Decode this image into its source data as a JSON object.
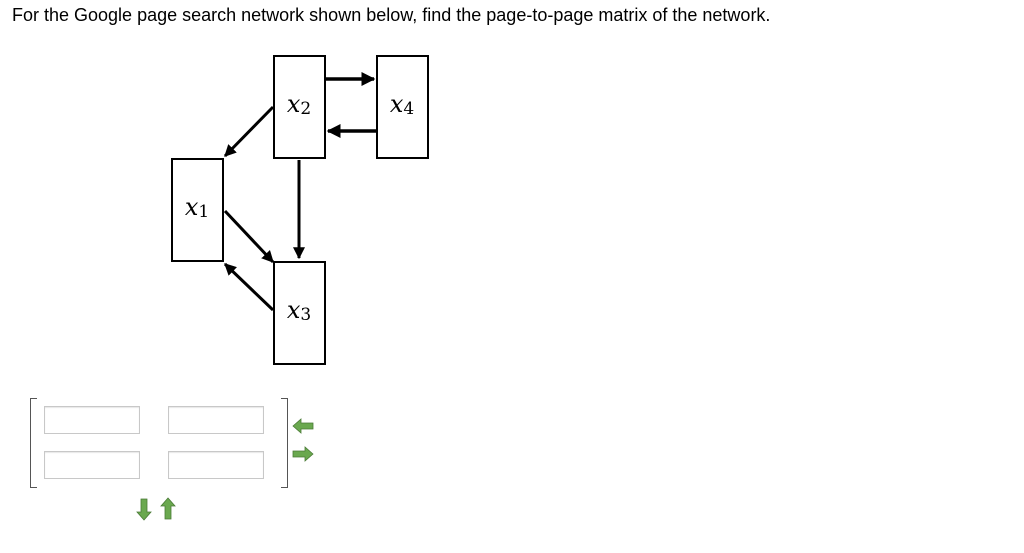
{
  "question": {
    "text": "For the Google page search network shown below, find the page-to-page matrix of the network."
  },
  "network": {
    "nodes": [
      {
        "id": "x1",
        "var": "x",
        "sub": "1"
      },
      {
        "id": "x2",
        "var": "x",
        "sub": "2"
      },
      {
        "id": "x3",
        "var": "x",
        "sub": "3"
      },
      {
        "id": "x4",
        "var": "x",
        "sub": "4"
      }
    ],
    "edges": [
      {
        "from": "x2",
        "to": "x1"
      },
      {
        "from": "x1",
        "to": "x3"
      },
      {
        "from": "x3",
        "to": "x1"
      },
      {
        "from": "x2",
        "to": "x3"
      },
      {
        "from": "x2",
        "to": "x4"
      },
      {
        "from": "x4",
        "to": "x2"
      }
    ]
  },
  "matrix": {
    "rows": 2,
    "cols": 2,
    "cells": [
      [
        "",
        ""
      ],
      [
        "",
        ""
      ]
    ]
  },
  "controls": {
    "arrow_color": "#6aa84f",
    "remove_column": "arrow-left-icon",
    "add_column": "arrow-right-icon",
    "add_row": "arrow-down-icon",
    "remove_row": "arrow-up-icon"
  }
}
